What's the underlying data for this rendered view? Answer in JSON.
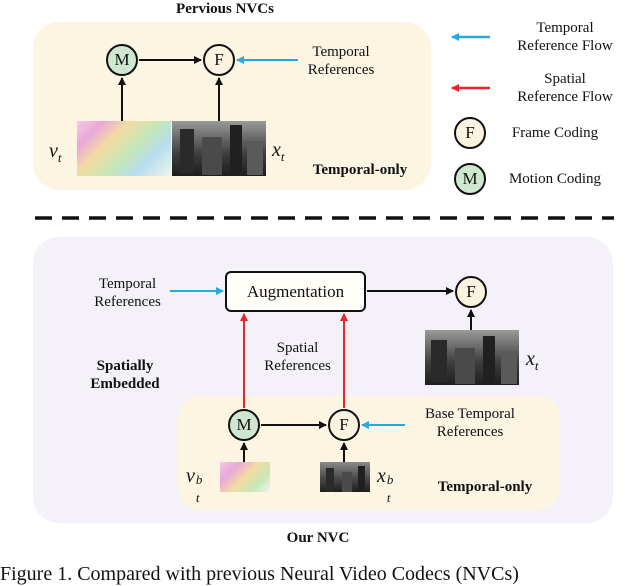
{
  "top": {
    "title": "Pervious NVCs",
    "temporal_references": "Temporal\nReferences",
    "mode": "Temporal-only",
    "var_v": "v",
    "var_v_sub": "t",
    "var_x": "x",
    "var_x_sub": "t",
    "m": "M",
    "f": "F"
  },
  "legend": {
    "temporal_flow": "Temporal\nReference Flow",
    "spatial_flow": "Spatial\nReference Flow",
    "frame_coding": "Frame Coding",
    "motion_coding": "Motion Coding",
    "f": "F",
    "m": "M"
  },
  "bottom": {
    "title": "Our NVC",
    "temporal_references": "Temporal\nReferences",
    "augmentation": "Augmentation",
    "spatial_references": "Spatial\nReferences",
    "spatially_embedded": "Spatially\nEmbedded",
    "base_temporal_references": "Base Temporal\nReferences",
    "mode": "Temporal-only",
    "var_x": "x",
    "var_x_sub": "t",
    "var_v": "v",
    "var_v_sub": "t",
    "var_v_sup": "b",
    "var_xb": "x",
    "var_xb_sub": "t",
    "var_xb_sup": "b",
    "m": "M",
    "f": "F",
    "f_out": "F"
  },
  "caption": "Figure 1. Compared with previous Neural Video Codecs (NVCs)",
  "colors": {
    "temporal_arrow": "#2aa6e0",
    "spatial_arrow": "#e8252a",
    "panel_fill": "#fbf5e2",
    "outer_panel_fill": "#f4f2f8",
    "frame_node": "#fbf3df",
    "motion_node": "#cfe7cf"
  }
}
